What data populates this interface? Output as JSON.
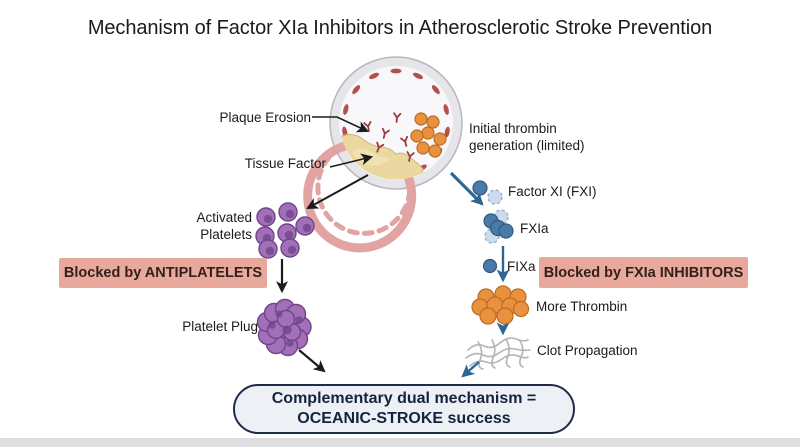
{
  "title": "Mechanism of Factor XIa Inhibitors in Atherosclerotic Stroke Prevention",
  "vessel": {
    "plaque_erosion_label": "Plaque Erosion",
    "tissue_factor_label": "Tissue Factor",
    "initial_thrombin_label": "Initial thrombin generation (limited)"
  },
  "antiplatelet_pathway": {
    "activated_platelets_label": "Activated Platelets",
    "blocked_badge": "Blocked by ANTIPLATELETS",
    "platelet_plug_label": "Platelet Plug"
  },
  "fxia_pathway": {
    "factor_xi_label": "Factor XI (FXI)",
    "fxia_label": "FXIa",
    "fixa_label": "FIXa",
    "blocked_badge": "Blocked by FXIa INHIBITORS",
    "more_thrombin_label": "More Thrombin",
    "clot_propagation_label": "Clot Propagation"
  },
  "conclusion": {
    "line1": "Complementary dual mechanism =",
    "line2": "OCEANIC-STROKE success"
  },
  "colors": {
    "background": "#ffffff",
    "label_text": "#1b1b1b",
    "blocked_badge_bg": "#e9a89c",
    "blocked_badge_text": "#33201c",
    "pathway_blue": "#2e6593",
    "arrow_black": "#1c1c1c",
    "platelet_purple": "#a36fb8",
    "platelet_purple_dark": "#6f4689",
    "thrombin_orange": "#e8913f",
    "thrombin_orange_dark": "#bf6a1e",
    "factor_blue": "#4a7aa8",
    "factor_blue_light": "#ccdcec",
    "fibrin_gray": "#b3b3b8",
    "vessel_wall_gray": "#e6e5e9",
    "endothelium_pink": "#e2a3a3",
    "nucleus_red": "#b4514d",
    "plaque_yellow": "#ead8a0",
    "tissue_factor_red": "#9c3a3a",
    "conclusion_border": "#1f2b4a",
    "conclusion_bg": "#edf0f4",
    "conclusion_text": "#15233f"
  }
}
